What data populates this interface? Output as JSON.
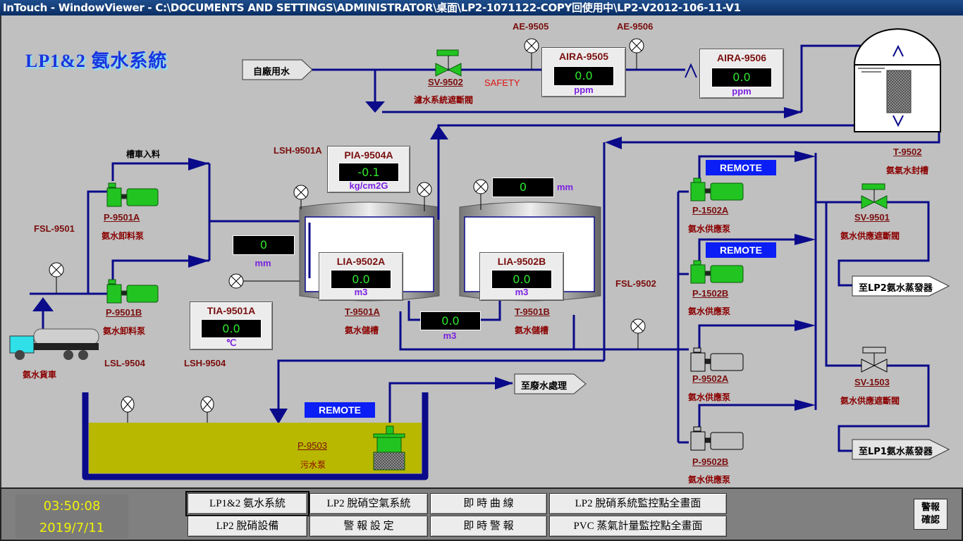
{
  "window": {
    "title": "InTouch - WindowViewer - C:\\DOCUMENTS AND SETTINGS\\ADMINISTRATOR\\桌面\\LP2-1071122-COPY回使用中\\LP2-V2012-106-11-V1"
  },
  "page_title": "LP1&2  氨水系統",
  "colors": {
    "pipe": "#0a0a8a",
    "running": "#22c422",
    "remote": "#0a1ef5",
    "display_text": "#2ee82e",
    "tag": "#7a0e0e",
    "unit": "#7a1fe0",
    "sump_liquid": "#b8b800",
    "clock_text": "#f2f20a"
  },
  "sources": {
    "plant_water": "自廠用水"
  },
  "valves": {
    "sv9502": {
      "tag": "SV-9502",
      "desc": "濾水系統遮斷閥",
      "state": "open",
      "note": "SAFETY"
    },
    "sv9501": {
      "tag": "SV-9501",
      "desc": "氨水供應遮斷閥",
      "state": "open"
    },
    "sv1503": {
      "tag": "SV-1503",
      "desc": "氨水供應遮斷閥",
      "state": "closed"
    }
  },
  "analyzers": {
    "ae9505": {
      "tag": "AE-9505"
    },
    "ae9506": {
      "tag": "AE-9506"
    },
    "aira9505": {
      "tag": "AIRA-9505",
      "value": "0.0",
      "unit": "ppm"
    },
    "aira9506": {
      "tag": "AIRA-9506",
      "value": "0.0",
      "unit": "ppm"
    }
  },
  "tanks": {
    "t9502": {
      "tag": "T-9502",
      "desc": "氨氣水封槽"
    },
    "t9501a": {
      "tag": "T-9501A",
      "desc": "氨水儲槽",
      "lia_tag": "LIA-9502A",
      "lia_value": "0.0",
      "lia_unit": "m3",
      "level_mm": "0",
      "level_unit": "mm",
      "lsh": "LSH-9501A"
    },
    "t9501b": {
      "tag": "T-9501B",
      "desc": "氨水儲槽",
      "lia_tag": "LIA-9502B",
      "lia_value": "0.0",
      "lia_unit": "m3",
      "level_mm": "0",
      "level_unit": "mm"
    },
    "total": {
      "value": "0.0",
      "unit": "m3"
    }
  },
  "pia9504a": {
    "tag": "PIA-9504A",
    "value": "-0.1",
    "unit": "kg/cm2G"
  },
  "tia9501a": {
    "tag": "TIA-9501A",
    "value": "0.0",
    "unit": "℃"
  },
  "unloading": {
    "label_tank_in": "槽車入料",
    "fsl": "FSL-9501",
    "truck": "氨水貨車",
    "pumps": [
      {
        "tag": "P-9501A",
        "desc": "氨水卸料泵",
        "state": "running"
      },
      {
        "tag": "P-9501B",
        "desc": "氨水卸料泵",
        "state": "running"
      }
    ]
  },
  "supply": {
    "fsl": "FSL-9502",
    "pumps": [
      {
        "tag": "P-1502A",
        "desc": "氨水供應泵",
        "state": "running",
        "mode": "REMOTE"
      },
      {
        "tag": "P-1502B",
        "desc": "氨水供應泵",
        "state": "running",
        "mode": "REMOTE"
      },
      {
        "tag": "P-9502A",
        "desc": "氨水供應泵",
        "state": "stopped"
      },
      {
        "tag": "P-9502B",
        "desc": "氨水供應泵",
        "state": "stopped"
      }
    ],
    "dest_lp2": "至LP2氨水蒸發器",
    "dest_lp1": "至LP1氨水蒸發器"
  },
  "sump": {
    "lsl": "LSL-9504",
    "lsh": "LSH-9504",
    "pump_tag": "P-9503",
    "pump_desc": "污水泵",
    "mode": "REMOTE",
    "dest": "至廢水處理"
  },
  "footer": {
    "time": "03:50:08",
    "date": "2019/7/11",
    "nav": [
      {
        "label": "LP1&2  氨水系統",
        "active": true
      },
      {
        "label": "LP2  脫硝空氣系統"
      },
      {
        "label": "即  時  曲  線"
      },
      {
        "label": "LP2  脫硝系統監控點全畫面"
      },
      {
        "label": "LP2  脫硝設備"
      },
      {
        "label": "警  報  設  定"
      },
      {
        "label": "即  時  警  報"
      },
      {
        "label": "PVC  蒸氣計量監控點全畫面"
      }
    ],
    "ack_line1": "警報",
    "ack_line2": "確認"
  }
}
